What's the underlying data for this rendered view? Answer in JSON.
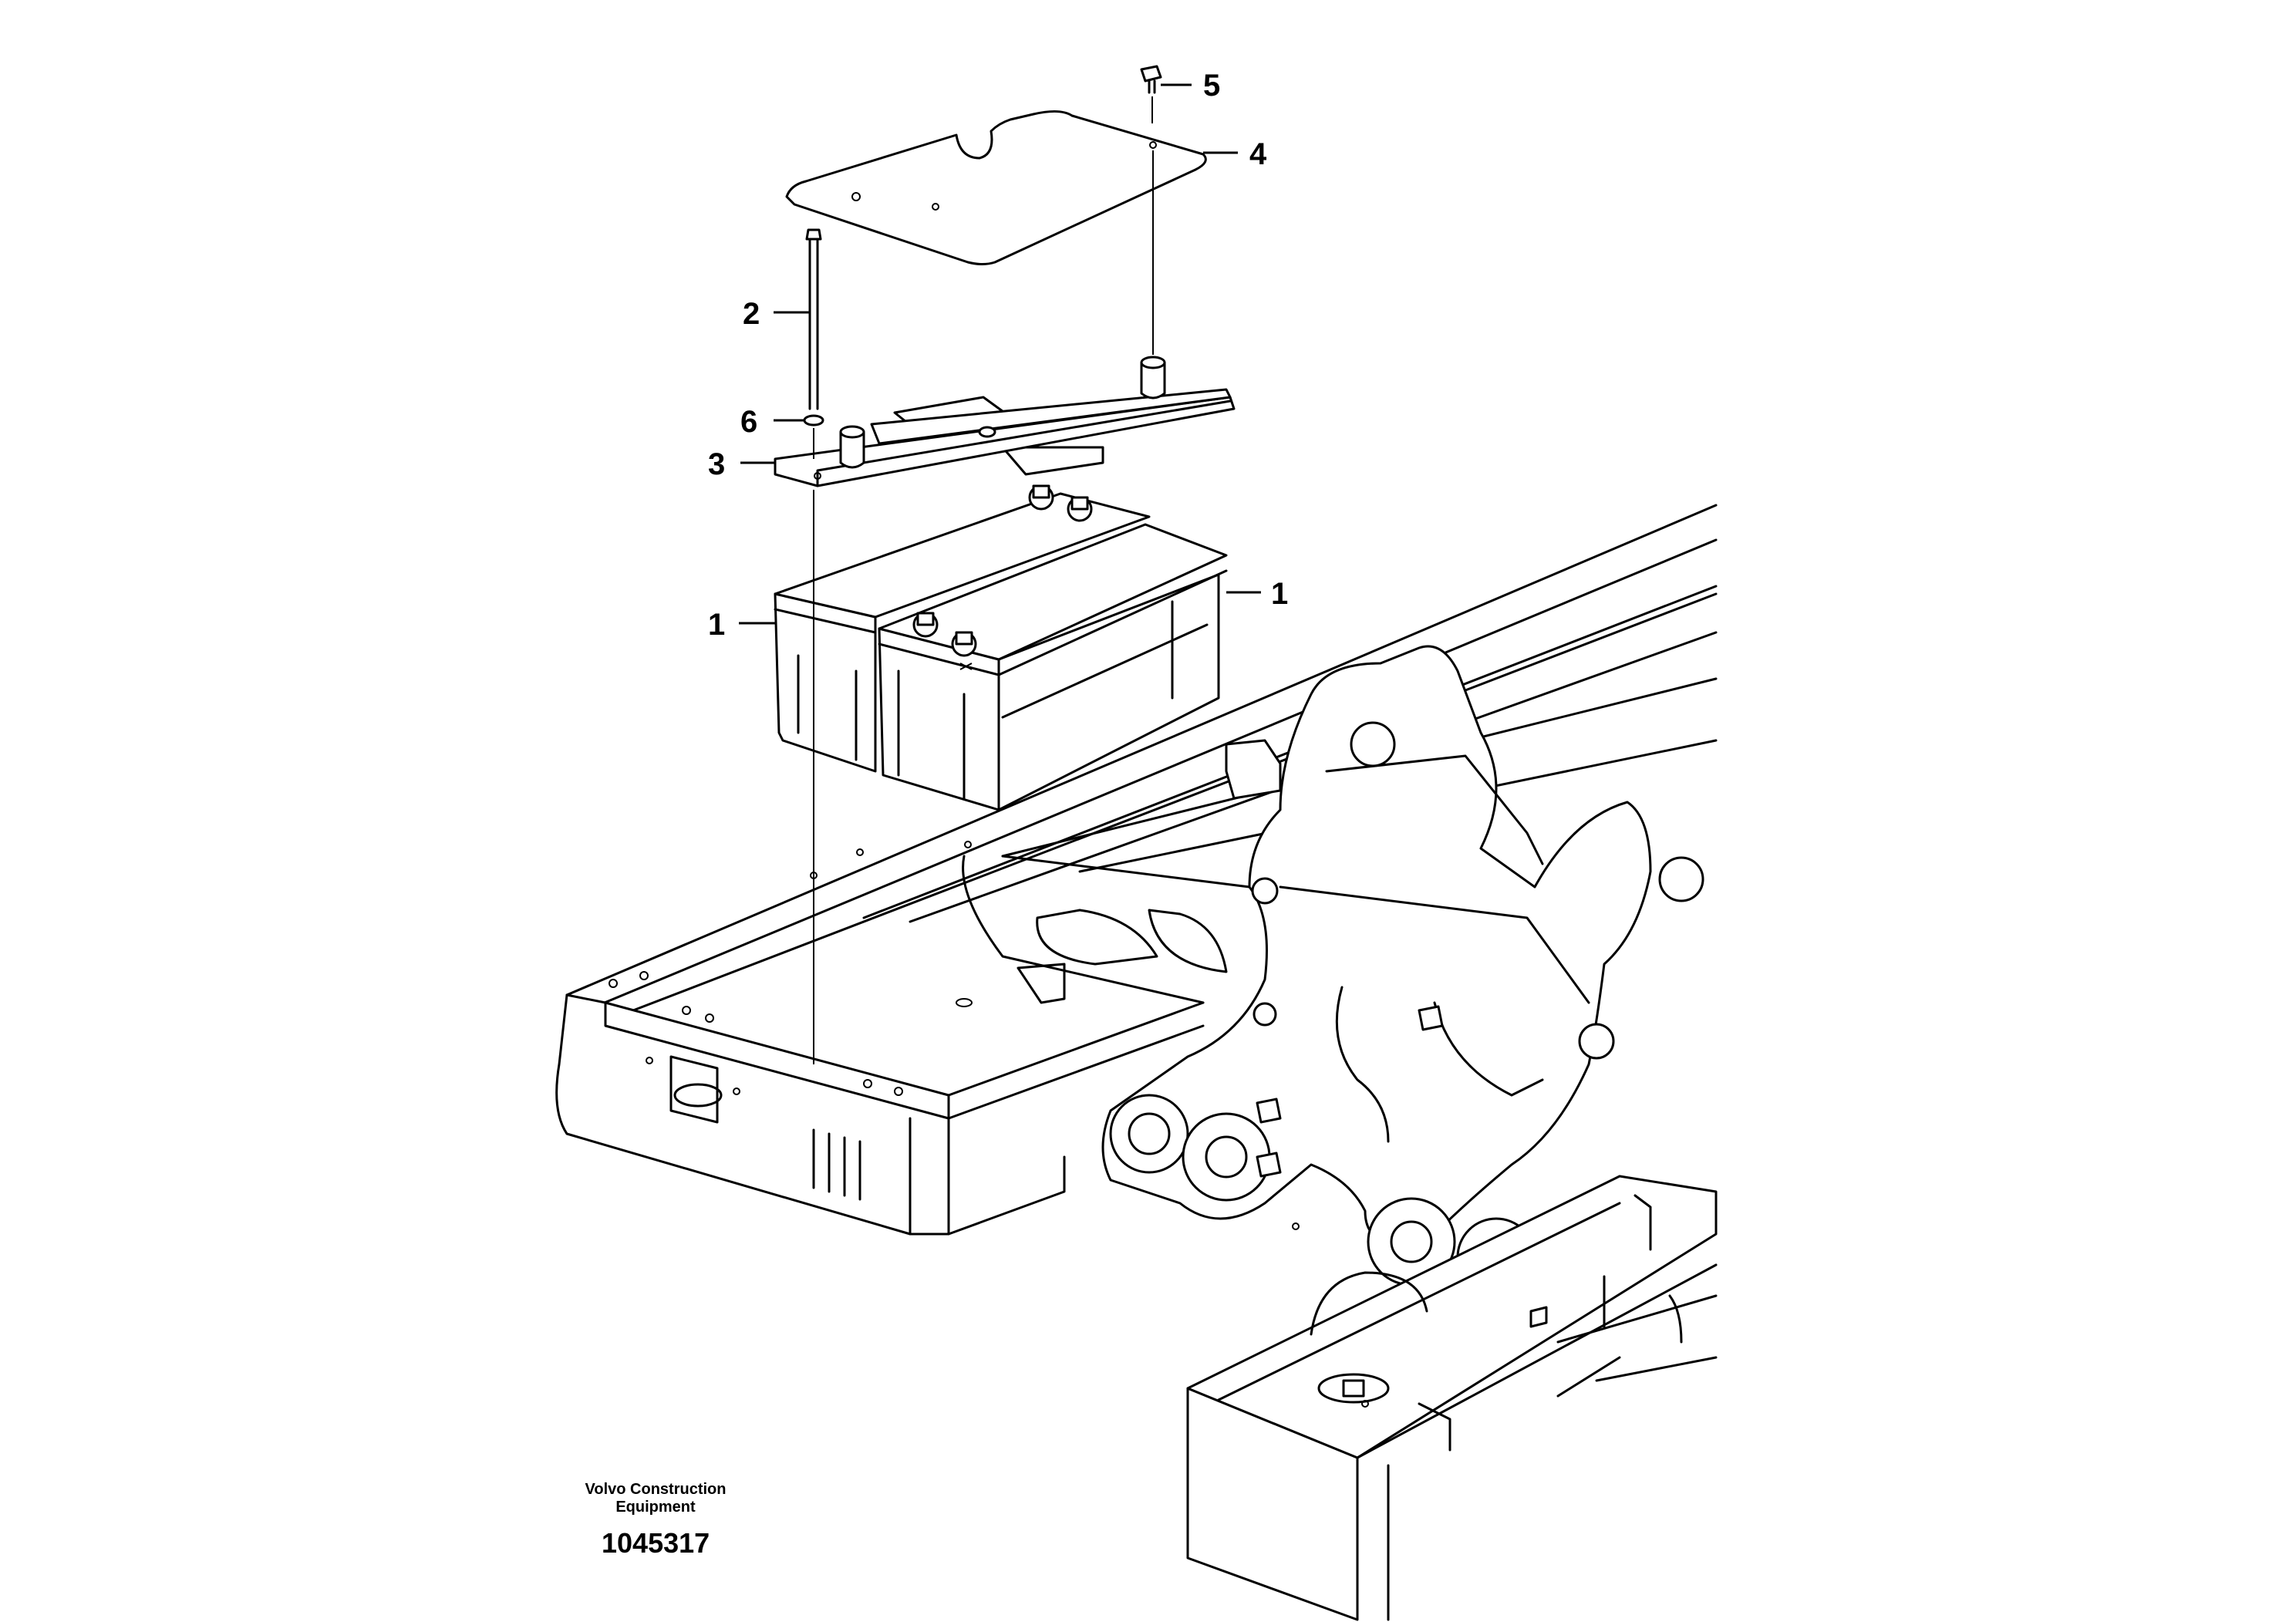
{
  "callouts": [
    {
      "id": "1",
      "label": "1"
    },
    {
      "id": "1b",
      "label": "1"
    },
    {
      "id": "2",
      "label": "2"
    },
    {
      "id": "3",
      "label": "3"
    },
    {
      "id": "4",
      "label": "4"
    },
    {
      "id": "5",
      "label": "5"
    },
    {
      "id": "6",
      "label": "6"
    }
  ],
  "footer": {
    "company": "Volvo Construction\nEquipment",
    "drawing_number": "1045317"
  }
}
